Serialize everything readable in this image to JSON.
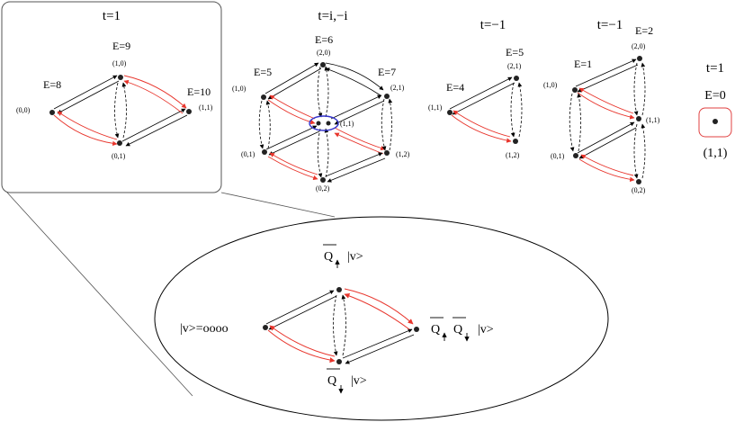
{
  "colors": {
    "red_arrow": "#e8352c",
    "black_arrow": "#000000",
    "blue_ring": "#3333cc",
    "red_box": "#e04040",
    "inset_frame": "#555555"
  },
  "panel1": {
    "title": "t=1",
    "e8": "E=8",
    "e9": "E=9",
    "e10": "E=10",
    "c00": "(0,0)",
    "c10": "(1,0)",
    "c11": "(1,1)",
    "c01": "(0,1)"
  },
  "panel2": {
    "title": "t=i,−i",
    "e5": "E=5",
    "e6": "E=6",
    "e7": "E=7",
    "c10": "(1,0)",
    "c20": "(2,0)",
    "c21": "(2,1)",
    "c11": "(1,1)",
    "c01": "(0,1)",
    "c12": "(1,2)",
    "c02": "(0,2)"
  },
  "panel3": {
    "title": "t=−1",
    "e4": "E=4",
    "e5": "E=5",
    "c11": "(1,1)",
    "c21": "(2,1)",
    "c12": "(1,2)"
  },
  "panel4": {
    "title": "t=−1",
    "e1": "E=1",
    "e2": "E=2",
    "c10": "(1,0)",
    "c20": "(2,0)",
    "c11": "(1,1)",
    "c01": "(0,1)",
    "c02": "(0,2)"
  },
  "panel5": {
    "title": "t=1",
    "e0": "E=0",
    "c11": "(1,1)"
  },
  "zoom": {
    "vacuum": "|v>=oooo",
    "top_state": "|v>",
    "right_state": "|v>",
    "bottom_state": "|v>",
    "q": "Q"
  }
}
